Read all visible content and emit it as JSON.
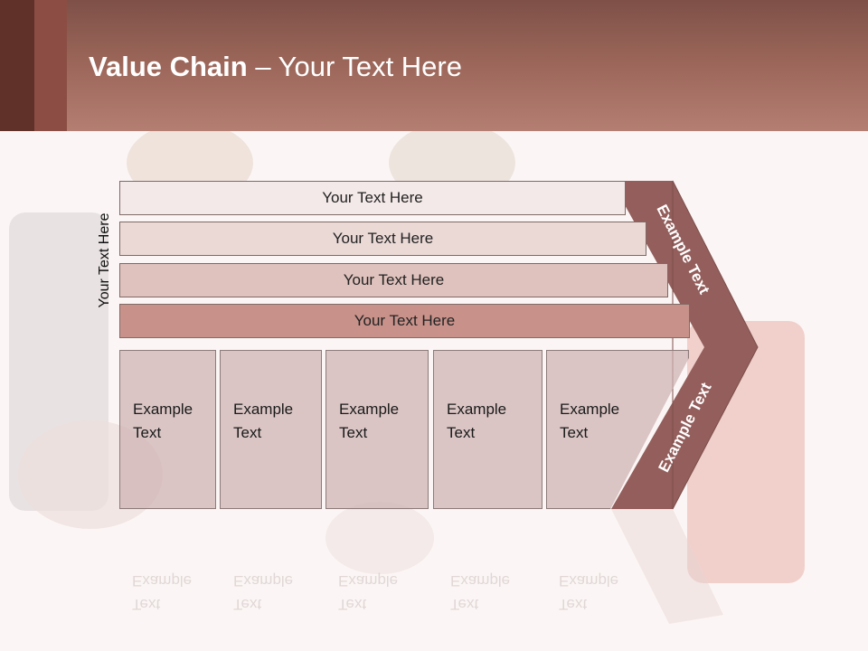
{
  "slide": {
    "title_bold": "Value Chain",
    "title_rest": " – Your Text Here",
    "side_label": "Your Text Here"
  },
  "rows": [
    {
      "label": "Your Text Here",
      "color": "#f3e9e8"
    },
    {
      "label": "Your Text Here",
      "color": "#ebd9d6"
    },
    {
      "label": "Your Text Here",
      "color": "#dfc2bd"
    },
    {
      "label": "Your Text Here",
      "color": "#c8928a"
    }
  ],
  "cells": [
    {
      "line1": "Example",
      "line2": "Text"
    },
    {
      "line1": "Example",
      "line2": "Text"
    },
    {
      "line1": "Example",
      "line2": "Text"
    },
    {
      "line1": "Example",
      "line2": "Text"
    },
    {
      "line1": "Example",
      "line2": "Text"
    }
  ],
  "chevron": {
    "upper_label": "Example Text",
    "lower_label": "Example Text",
    "color": "#935e5b"
  }
}
